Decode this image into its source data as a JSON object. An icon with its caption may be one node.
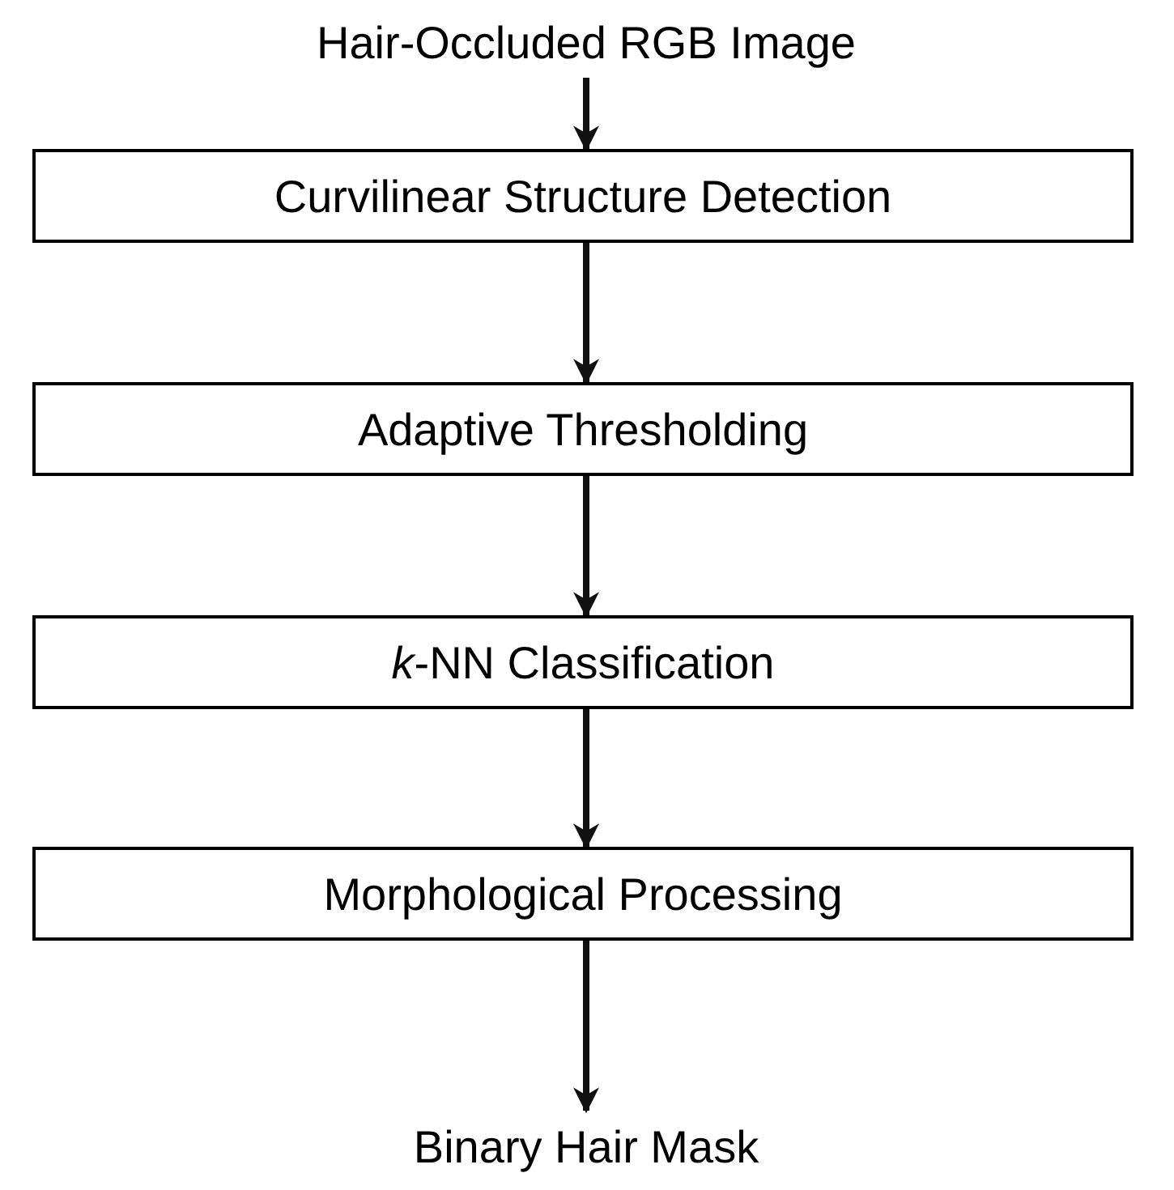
{
  "diagram": {
    "nodes": [
      {
        "text": [
          "Hair-Occluded RGB Image"
        ]
      },
      {
        "text": [
          "Curvilinear Structure Detection"
        ]
      },
      {
        "text": [
          "Adaptive Thresholding"
        ]
      },
      {
        "text": [
          "*k*-NN Classification"
        ]
      },
      {
        "text": [
          "Morphological Processing"
        ]
      },
      {
        "text": [
          "Binary Hair Mask"
        ]
      }
    ],
    "edges": [
      {
        "from": 0,
        "to": 1,
        "arrow": "to"
      },
      {
        "from": 1,
        "to": 2,
        "arrow": "to"
      },
      {
        "from": 2,
        "to": 3,
        "arrow": "to"
      },
      {
        "from": 3,
        "to": 4,
        "arrow": "to"
      },
      {
        "from": 4,
        "to": 5,
        "arrow": "to"
      }
    ]
  }
}
